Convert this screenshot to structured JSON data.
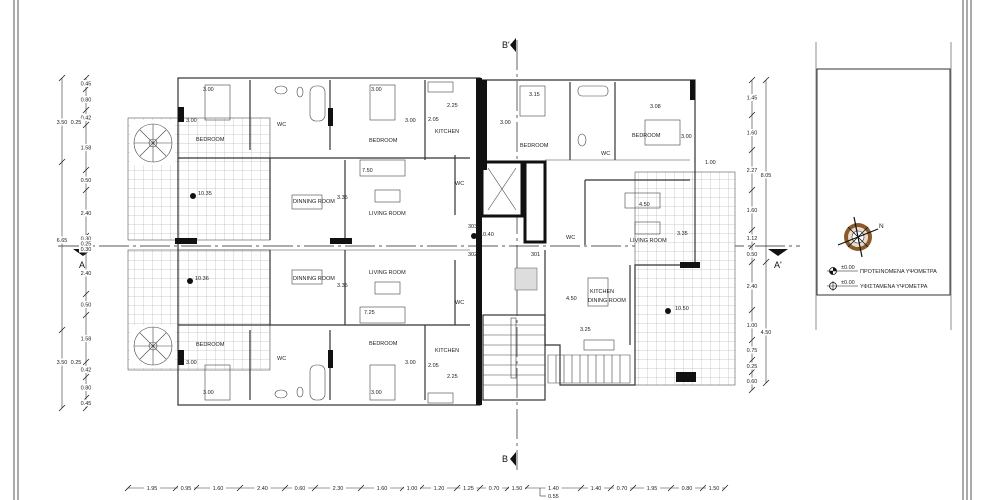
{
  "section_marks": {
    "a_left": "A",
    "a_right": "A'",
    "b_top": "B'",
    "b_bottom": "B"
  },
  "apartment_upper_left": {
    "bedroom1": {
      "label": "BEDROOM",
      "width": "3.00",
      "depth": "3.00"
    },
    "bedroom2": {
      "label": "BEDROOM",
      "width": "3.00",
      "depth": "3.00"
    },
    "wc1": "WC",
    "kitchen": {
      "label": "KITCHEN",
      "width": "2.25",
      "depth": "2.05"
    },
    "dining": {
      "label": "DINNING ROOM",
      "depth": "3.35"
    },
    "living": {
      "label": "LIVING ROOM",
      "length": "7.50"
    },
    "wc2": "WC",
    "door": "303",
    "terrace_level": "10.35"
  },
  "apartment_lower_left": {
    "bedroom1": {
      "label": "BEDROOM",
      "width": "3.00",
      "depth": "3.00"
    },
    "bedroom2": {
      "label": "BEDROOM",
      "width": "3.00",
      "depth": "3.00"
    },
    "wc1": "WC",
    "kitchen": {
      "label": "KITCHEN",
      "width": "2.25",
      "depth": "2.05"
    },
    "dining": {
      "label": "DINNING ROOM",
      "depth": "3.35"
    },
    "living": {
      "label": "LIVING ROOM",
      "length": "7.25"
    },
    "wc2": "WC",
    "door": "302",
    "terrace_level": "10.36"
  },
  "apartment_right": {
    "bedroom1": {
      "label": "BEDROOM",
      "width": "3.15",
      "depth": "3.00"
    },
    "bedroom2": {
      "label": "BEDROOM",
      "width": "3.08",
      "depth": "3.00"
    },
    "wc1": "WC",
    "wc2": "WC",
    "living": {
      "label": "LIVING ROOM",
      "length": "4.50",
      "depth": "3.35"
    },
    "balcony_offset": "1.00",
    "kitchen": {
      "label": "KITCHEN",
      "label2": "DINING ROOM",
      "depth": "4.50",
      "width": "3.25"
    },
    "door": "301",
    "terrace_level": "10.50"
  },
  "landing_level": "10.40",
  "dimensions": {
    "bottom": [
      "1.95",
      "0.95",
      "1.60",
      "2.40",
      "0.60",
      "2.30",
      "1.60",
      "1.00",
      "1.20",
      "1.25",
      "0.70",
      "1.50",
      "1.40",
      "1.40",
      "0.70",
      "1.95",
      "0.80",
      "1.50"
    ],
    "bottom_extra": "0.55",
    "left_inner": [
      "0.45",
      "0.80",
      "0.42",
      "1.58",
      "0.50",
      "2.40",
      "0.30",
      "0.25",
      "0.30",
      "2.40",
      "0.50",
      "1.58",
      "0.42",
      "0.80",
      "0.45"
    ],
    "left_outer": [
      "3.50",
      "0.25",
      "6.65",
      "3.50",
      "0.25"
    ],
    "right_inner": [
      "1.45",
      "1.60",
      "2.27",
      "1.60",
      "1.12",
      "0.50",
      "2.40",
      "1.00",
      "0.75",
      "0.25",
      "0.60"
    ],
    "right_outer": [
      "8.05",
      "4.50"
    ]
  },
  "legend": {
    "proposed_level_value": "±0.00",
    "proposed_label": "ΠΡΟΤΕΙΝΟΜΕΝΑ ΥΨΟΜΕΤΡΑ",
    "existing_level_value": "±0.00",
    "existing_label": "ΥΦΙΣΤΑΜΕΝΑ ΥΨΟΜΕΤΡΑ",
    "north_label": "N"
  },
  "colors": {
    "compass": "#8a5a2b",
    "line": "#333333"
  }
}
